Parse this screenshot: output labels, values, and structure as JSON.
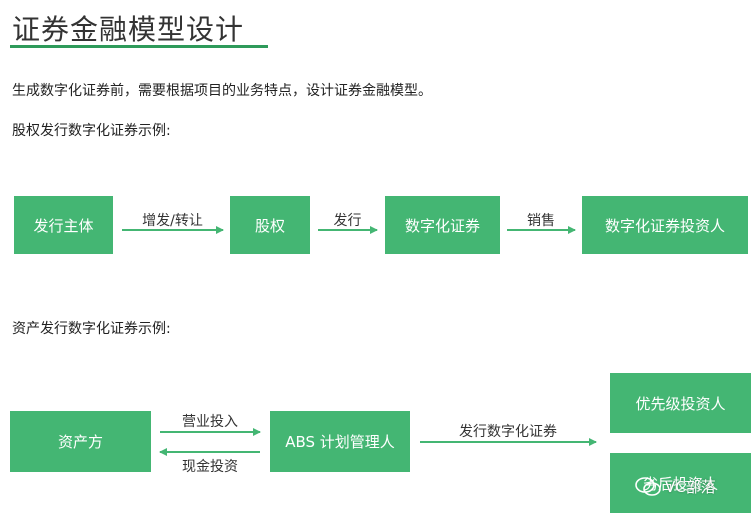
{
  "title": "证券金融模型设计",
  "intro": "生成数字化证券前，需要根据项目的业务特点，设计证券金融模型。",
  "equity_section": {
    "heading": "股权发行数字化证券示例:",
    "nodes": [
      "发行主体",
      "股权",
      "数字化证券",
      "数字化证券投资人"
    ],
    "edges": [
      "增发/转让",
      "发行",
      "销售"
    ]
  },
  "asset_section": {
    "heading": "资产发行数字化证券示例:",
    "nodes": {
      "source": "资产方",
      "manager": "ABS 计划管理人",
      "investor_priority": "优先级投资人",
      "investor_subordinate": "劣后投资人"
    },
    "edges": {
      "forward": "营业投入",
      "backward": "现金投资",
      "issue": "发行数字化证券"
    }
  },
  "watermark": "VC部落",
  "colors": {
    "box": "#44b673",
    "arrow": "#44b673",
    "underline": "#2e9a5a"
  }
}
